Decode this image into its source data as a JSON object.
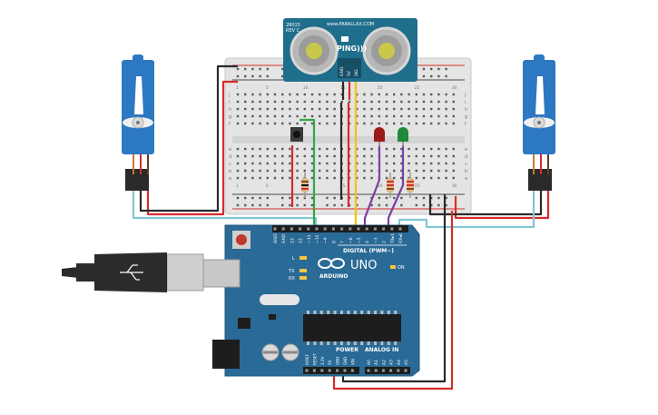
{
  "ping_sensor": {
    "model_line1": "28015",
    "model_line2": "REV C",
    "brand": "www.PARALLAX.COM",
    "label": "PING)))",
    "pins": [
      "GND",
      "5V",
      "SIG"
    ]
  },
  "breadboard": {
    "row_labels": [
      "j",
      "i",
      "h",
      "g",
      "f",
      "e",
      "d",
      "c",
      "b",
      "a"
    ],
    "column_numbers": [
      "1",
      "5",
      "10",
      "15",
      "20",
      "25",
      "30"
    ]
  },
  "arduino": {
    "model": "UNO",
    "brand": "ARDUINO",
    "digital_header_label": "DIGITAL (PWM~)",
    "power_label": "POWER",
    "analog_label": "ANALOG IN",
    "on_label": "ON",
    "led_labels": [
      "L",
      "TX",
      "RX"
    ],
    "top_pin_labels": [
      "AREF",
      "GND",
      "13",
      "12",
      "~11",
      "~10",
      "~9",
      "8",
      "7",
      "~6",
      "~5",
      "4",
      "~3",
      "2",
      "TX▸1",
      "RX◂0"
    ],
    "power_pin_labels": [
      "IOREF",
      "RESET",
      "3.3V",
      "5V",
      "GND",
      "GND",
      "VIN"
    ],
    "analog_pin_labels": [
      "A0",
      "A1",
      "A2",
      "A3",
      "A4",
      "A5"
    ]
  },
  "colors": {
    "arduino_board": "#2a6a96",
    "sensor_board": "#1f6e8c",
    "servo": "#2d78c2",
    "wire_red": "#d62b2b",
    "wire_black": "#2a2a2a",
    "wire_green": "#2fa84a",
    "wire_yellow": "#f1c40f",
    "wire_purple": "#7b3fa6",
    "wire_cyan": "#7fc7d3",
    "led_red": "#9b1b1b",
    "led_green": "#1e8a3a"
  }
}
